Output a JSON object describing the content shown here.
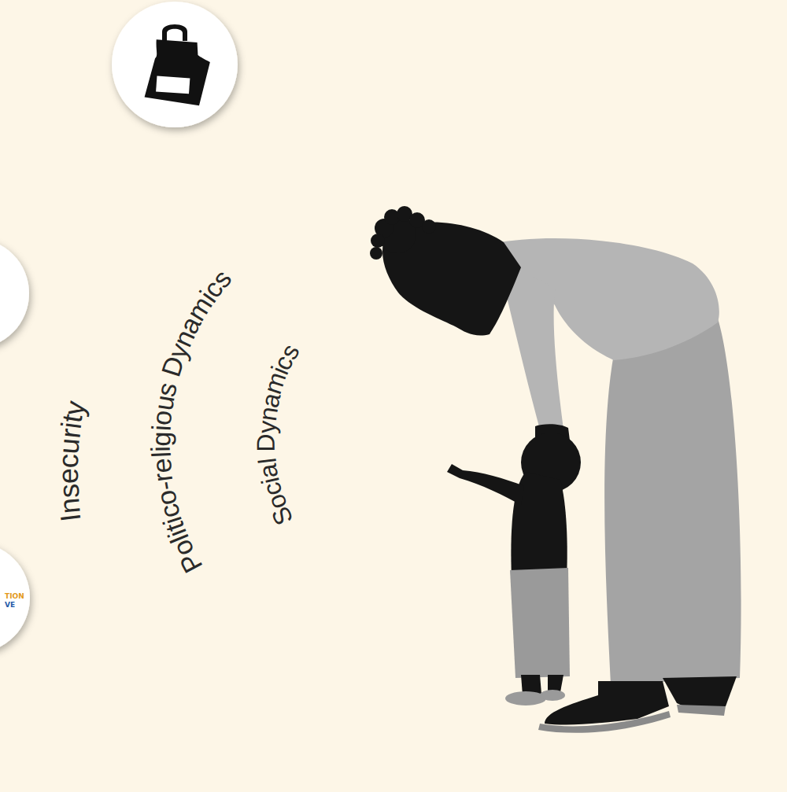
{
  "diagram": {
    "nodes": [
      {
        "text": [
          "Insecurity"
        ]
      },
      {
        "text": [
          "Politico-religious Dynamics"
        ],
        "in": 0
      },
      {
        "text": [
          "Social Dynamics"
        ],
        "in": 1
      }
    ],
    "labels": [
      "TION",
      "VE"
    ]
  }
}
